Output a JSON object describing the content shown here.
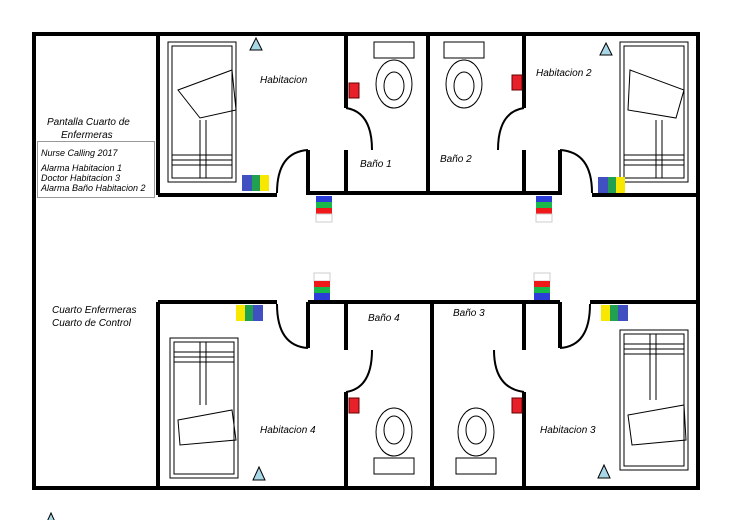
{
  "nurse_station": {
    "screen_title_line1": "Pantalla Cuarto de",
    "screen_title_line2": "Enfermeras",
    "screen_lines": [
      "Nurse Calling 2017",
      "Alarma Habitacion 1",
      "Doctor Habitacion 3",
      "Alarma Baño Habitacion 2"
    ],
    "room_label_line1": "Cuarto Enfermeras",
    "room_label_line2": "Cuarto de Control"
  },
  "rooms": {
    "hab1": "Habitacion",
    "hab2": "Habitacion 2",
    "hab3": "Habitacion 3",
    "hab4": "Habitacion 4",
    "bano1": "Baño 1",
    "bano2": "Baño 2",
    "bano3": "Baño 3",
    "bano4": "Baño 4"
  },
  "colors": {
    "wall": "#000000",
    "alarm_button": "#e8202a",
    "triangle": "#a8d8e8",
    "light_blue": "#2b3fd8",
    "light_green": "#18b84a",
    "light_red": "#f01818",
    "light_yellow": "#f8f000",
    "panel_blue": "#4050c0",
    "panel_green": "#20a050",
    "panel_yellow": "#f8e800"
  }
}
